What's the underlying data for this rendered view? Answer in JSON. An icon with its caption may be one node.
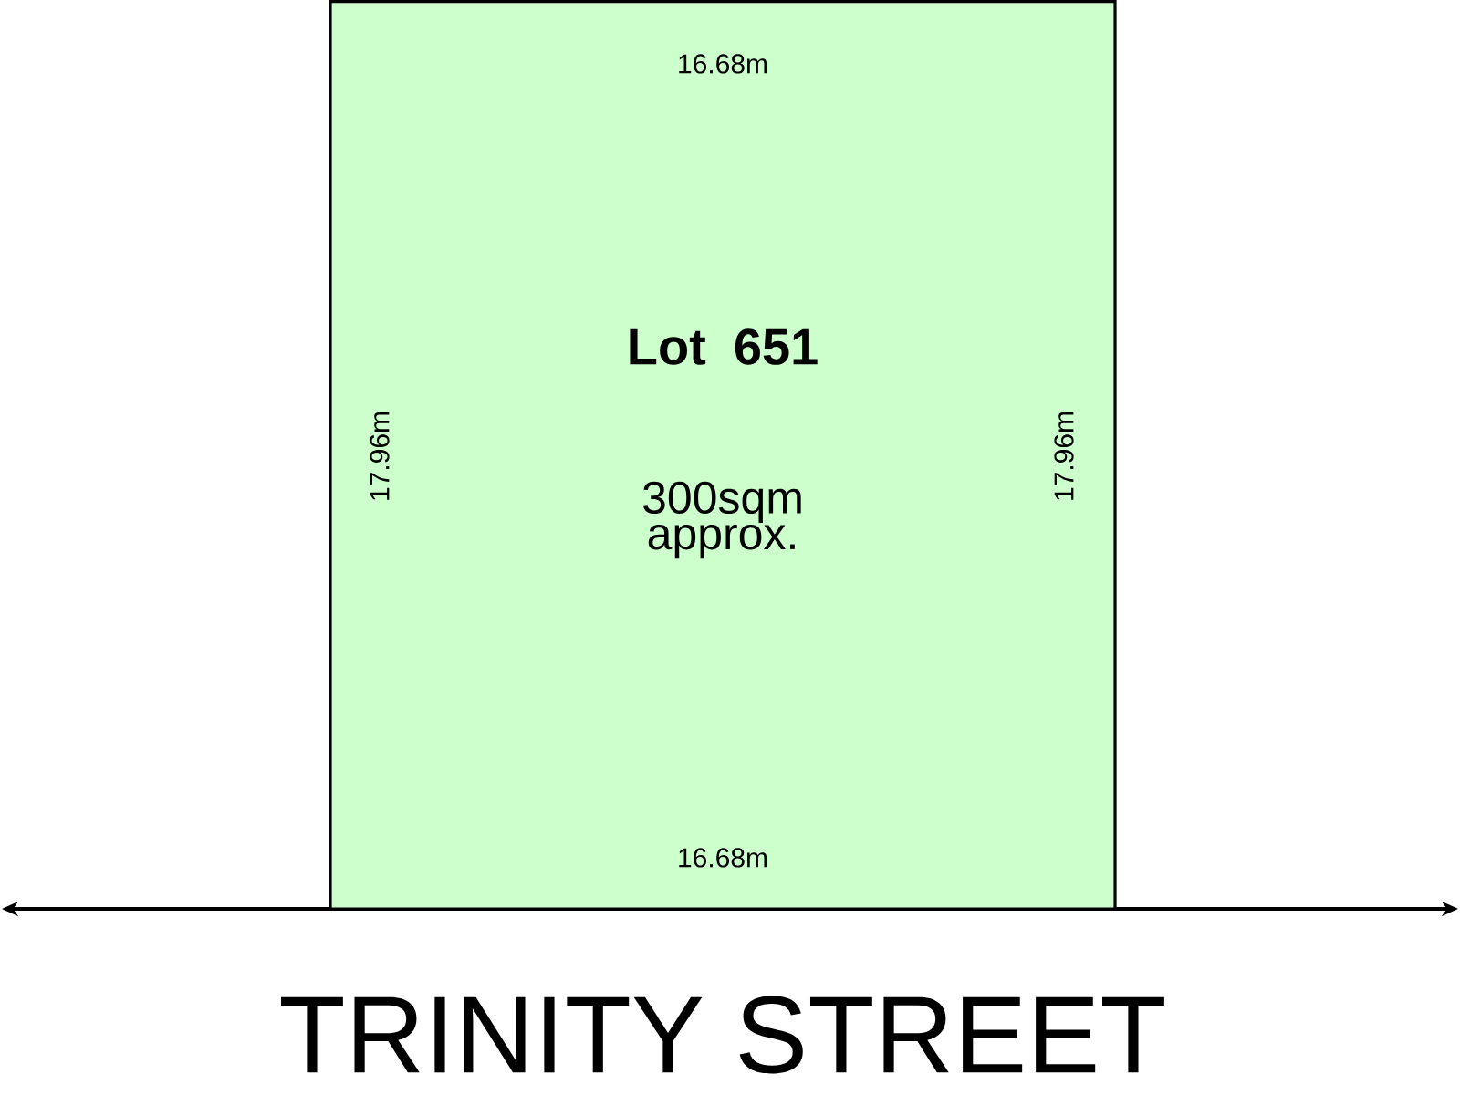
{
  "diagram": {
    "nodes": [
      {
        "text": [
          "Lot 651",
          "300sqm approx."
        ]
      }
    ],
    "labels": [
      "16.68m",
      "17.96m",
      "17.96m",
      "16.68m",
      "TRINITY STREET"
    ]
  }
}
